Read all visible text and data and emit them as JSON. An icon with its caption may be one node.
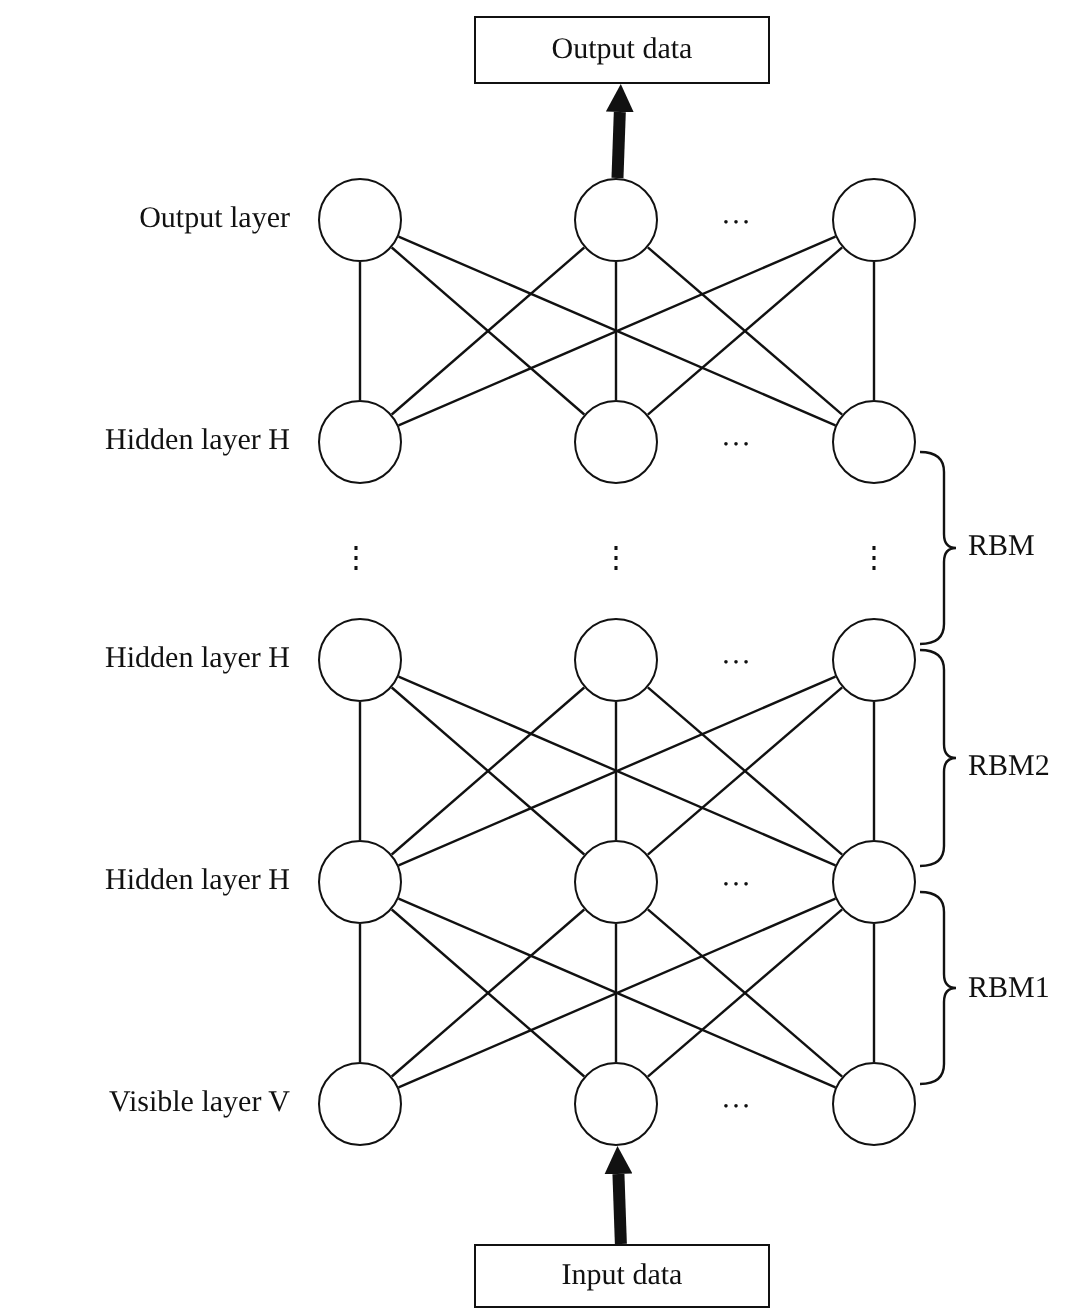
{
  "diagram": {
    "nodes": [
      {
        "text": [
          "Output data"
        ]
      },
      {
        "text": [],
        "shape": "circle"
      },
      {
        "text": [],
        "shape": "circle"
      },
      {
        "text": [],
        "shape": "circle"
      },
      {
        "text": [],
        "shape": "circle"
      },
      {
        "text": [],
        "shape": "circle"
      },
      {
        "text": [],
        "shape": "circle"
      },
      {
        "text": [],
        "shape": "circle"
      },
      {
        "text": [],
        "shape": "circle"
      },
      {
        "text": [],
        "shape": "circle"
      },
      {
        "text": [],
        "shape": "circle"
      },
      {
        "text": [],
        "shape": "circle"
      },
      {
        "text": [],
        "shape": "circle"
      },
      {
        "text": [],
        "shape": "circle"
      },
      {
        "text": [],
        "shape": "circle"
      },
      {
        "text": [],
        "shape": "circle"
      },
      {
        "text": [
          "Input data"
        ]
      }
    ],
    "edges": [
      {
        "from": 2,
        "to": 0,
        "arrow": "to",
        "style": "thick"
      },
      {
        "from": 1,
        "to": 4,
        "arrow": "none"
      },
      {
        "from": 1,
        "to": 5,
        "arrow": "none"
      },
      {
        "from": 1,
        "to": 6,
        "arrow": "none"
      },
      {
        "from": 2,
        "to": 4,
        "arrow": "none"
      },
      {
        "from": 2,
        "to": 5,
        "arrow": "none"
      },
      {
        "from": 2,
        "to": 6,
        "arrow": "none"
      },
      {
        "from": 3,
        "to": 4,
        "arrow": "none"
      },
      {
        "from": 3,
        "to": 5,
        "arrow": "none"
      },
      {
        "from": 3,
        "to": 6,
        "arrow": "none"
      },
      {
        "from": 7,
        "to": 10,
        "arrow": "none"
      },
      {
        "from": 7,
        "to": 11,
        "arrow": "none"
      },
      {
        "from": 7,
        "to": 12,
        "arrow": "none"
      },
      {
        "from": 8,
        "to": 10,
        "arrow": "none"
      },
      {
        "from": 8,
        "to": 11,
        "arrow": "none"
      },
      {
        "from": 8,
        "to": 12,
        "arrow": "none"
      },
      {
        "from": 9,
        "to": 10,
        "arrow": "none"
      },
      {
        "from": 9,
        "to": 11,
        "arrow": "none"
      },
      {
        "from": 9,
        "to": 12,
        "arrow": "none"
      },
      {
        "from": 10,
        "to": 13,
        "arrow": "none"
      },
      {
        "from": 10,
        "to": 14,
        "arrow": "none"
      },
      {
        "from": 10,
        "to": 15,
        "arrow": "none"
      },
      {
        "from": 11,
        "to": 13,
        "arrow": "none"
      },
      {
        "from": 11,
        "to": 14,
        "arrow": "none"
      },
      {
        "from": 11,
        "to": 15,
        "arrow": "none"
      },
      {
        "from": 12,
        "to": 13,
        "arrow": "none"
      },
      {
        "from": 12,
        "to": 14,
        "arrow": "none"
      },
      {
        "from": 12,
        "to": 15,
        "arrow": "none"
      },
      {
        "from": 16,
        "to": 14,
        "arrow": "to",
        "style": "thick"
      }
    ],
    "labels": [
      "Output layer",
      "…",
      "Hidden layer H",
      "…",
      "⋮",
      "⋮",
      "⋮",
      "RBM",
      "Hidden layer H",
      "…",
      "RBM2",
      "Hidden layer H",
      "…",
      "RBM1",
      "Visible layer V",
      "…"
    ]
  }
}
